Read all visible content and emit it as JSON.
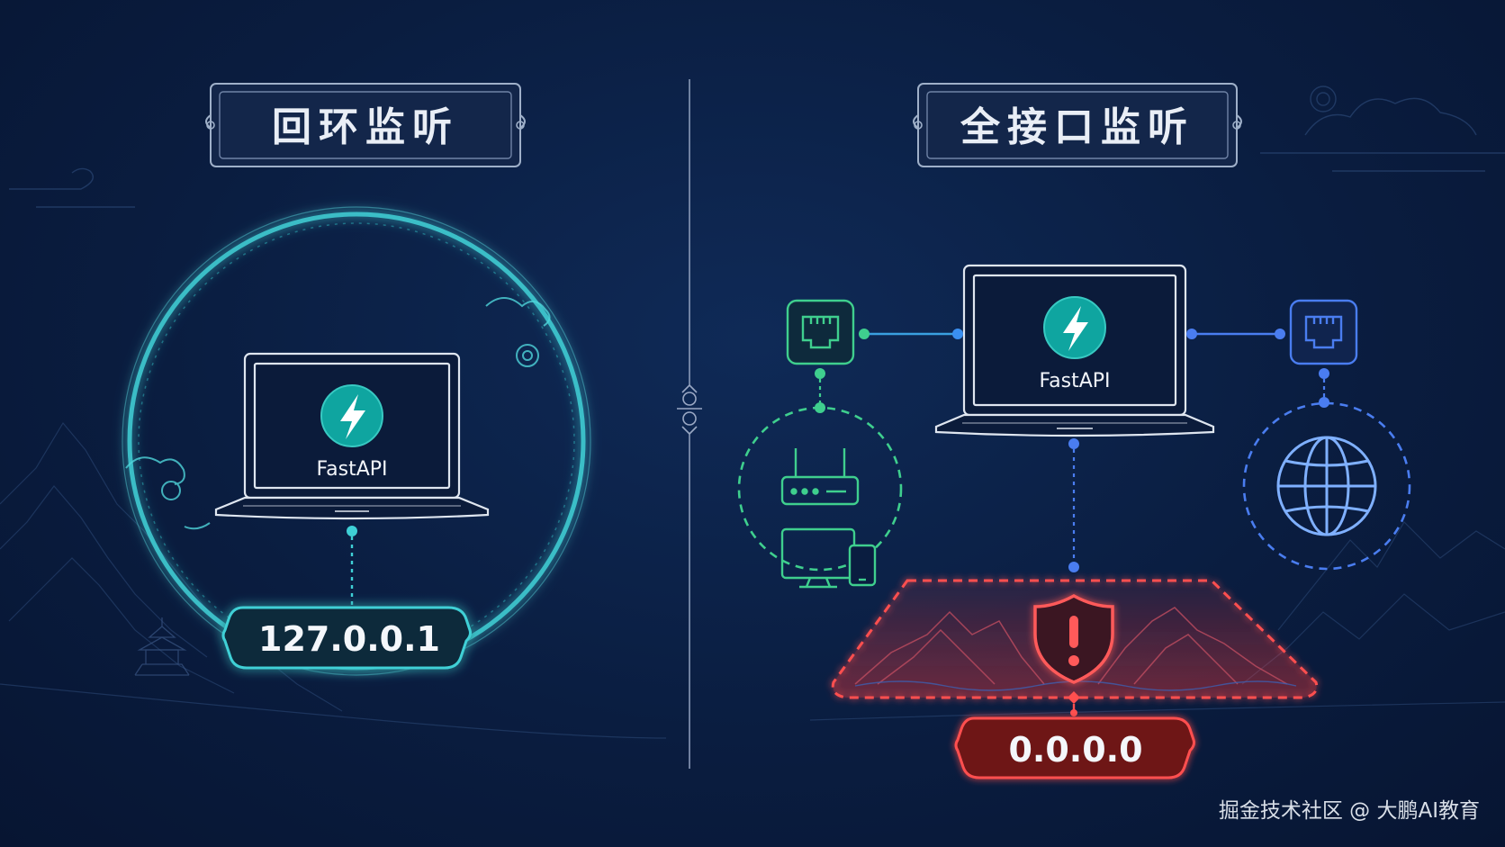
{
  "left_panel": {
    "title": "回环监听",
    "app_label": "FastAPI",
    "address": "127.0.0.1",
    "accent_color": "#3fd0d6"
  },
  "right_panel": {
    "title": "全接口监听",
    "app_label": "FastAPI",
    "address": "0.0.0.0",
    "lan_color": "#3fcf8e",
    "internet_color": "#4a7df0",
    "danger_color": "#ff4f4f"
  },
  "icons": {
    "fastapi_logo": "lightning-bolt-icon",
    "network_port": "ethernet-port-icon",
    "router": "router-icon",
    "devices": "devices-icon",
    "internet": "globe-icon",
    "warning": "shield-warning-icon"
  },
  "watermark": "掘金技术社区 @ 大鹏AI教育"
}
